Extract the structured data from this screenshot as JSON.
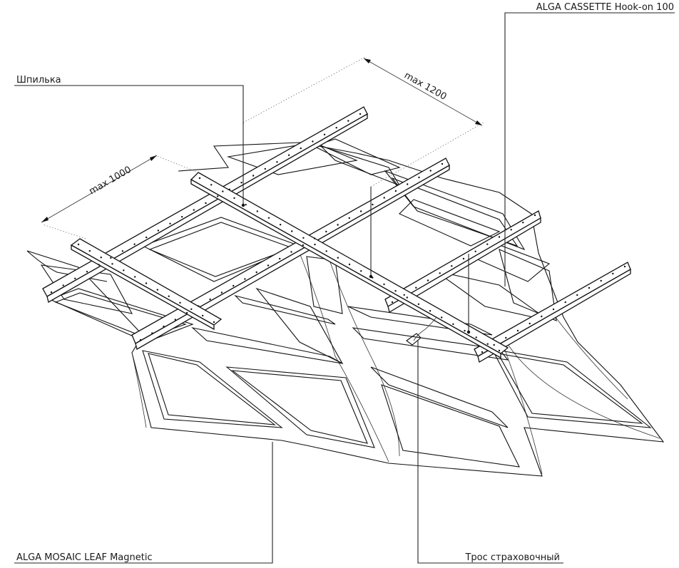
{
  "labels": {
    "rod": "Шпилька",
    "cassette": "ALGA CASSETTE Hook-on 100",
    "panel": "ALGA MOSAIC LEAF Magnetic",
    "cable": "Трос страховочный"
  },
  "dimensions": {
    "span_long": "max 1200",
    "span_short": "max 1000"
  },
  "colors": {
    "line": "#111111",
    "background": "#ffffff"
  }
}
